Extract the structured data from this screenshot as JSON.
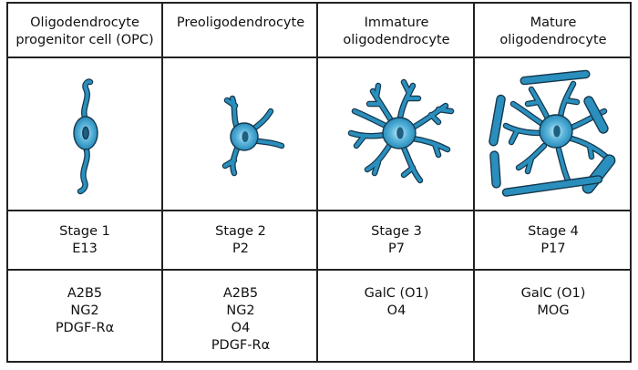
{
  "stages": [
    {
      "title_lines": [
        "Oligodendrocyte",
        "progenitor cell (OPC)"
      ],
      "stage": "Stage 1",
      "age": "E13",
      "markers": [
        "A2B5",
        "NG2",
        "PDGF-Rα"
      ],
      "cell_icon": "opc-bipolar-cell-icon"
    },
    {
      "title_lines": [
        "Preoligodendrocyte"
      ],
      "stage": "Stage 2",
      "age": "P2",
      "markers": [
        "A2B5",
        "NG2",
        "O4",
        "PDGF-Rα"
      ],
      "cell_icon": "preoligodendrocyte-cell-icon"
    },
    {
      "title_lines": [
        "Immature",
        "oligodendrocyte"
      ],
      "stage": "Stage 3",
      "age": "P7",
      "markers": [
        "GalC (O1)",
        "O4"
      ],
      "cell_icon": "immature-oligodendrocyte-cell-icon"
    },
    {
      "title_lines": [
        "Mature",
        "oligodendrocyte"
      ],
      "stage": "Stage 4",
      "age": "P17",
      "markers": [
        "GalC (O1)",
        "MOG"
      ],
      "cell_icon": "mature-oligodendrocyte-cell-icon"
    }
  ],
  "colors": {
    "cell_fill": "#2a8fbd",
    "cell_stroke": "#16384e",
    "cell_highlight": "#bfe6f5",
    "nucleus": "#1f5f82",
    "grid": "#222222"
  }
}
